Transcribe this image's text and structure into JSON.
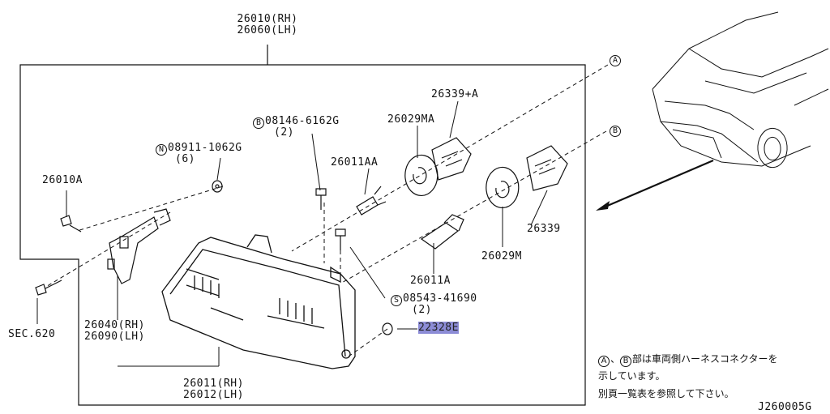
{
  "diagram_id": "J260005G",
  "assembly": {
    "rh": "26010(RH)",
    "lh": "26060(LH)"
  },
  "connectors": {
    "a": "A",
    "b": "B"
  },
  "parts": {
    "bulb_cap_a": "26339+A",
    "socket_cap_ma": "26029MA",
    "bolt_b": {
      "code": "B",
      "part": "08146-6162G",
      "qty": "(2)"
    },
    "nut_n": {
      "code": "N",
      "part": "08911-1062G",
      "qty": "(6)"
    },
    "bulb_aa": "26011AA",
    "bracket_bolt": "26010A",
    "bulb_cap": "26339",
    "socket_cap_m": "26029M",
    "bulb_a": "26011A",
    "screw_s": {
      "code": "S",
      "part": "08543-41690",
      "qty": "(2)"
    },
    "clip": "22328E",
    "sec": "SEC.620",
    "bracket": {
      "rh": "26040(RH)",
      "lh": "26090(LH)"
    },
    "lamp_body": {
      "rh": "26011(RH)",
      "lh": "26012(LH)"
    }
  },
  "note": {
    "line1_suffix": "部は車両側ハーネスコネクターを",
    "line2": "示しています。",
    "line3": "別頁一覧表を参照して下さい。"
  },
  "colors": {
    "highlight": "#8c8cd6",
    "ink": "#111111"
  }
}
